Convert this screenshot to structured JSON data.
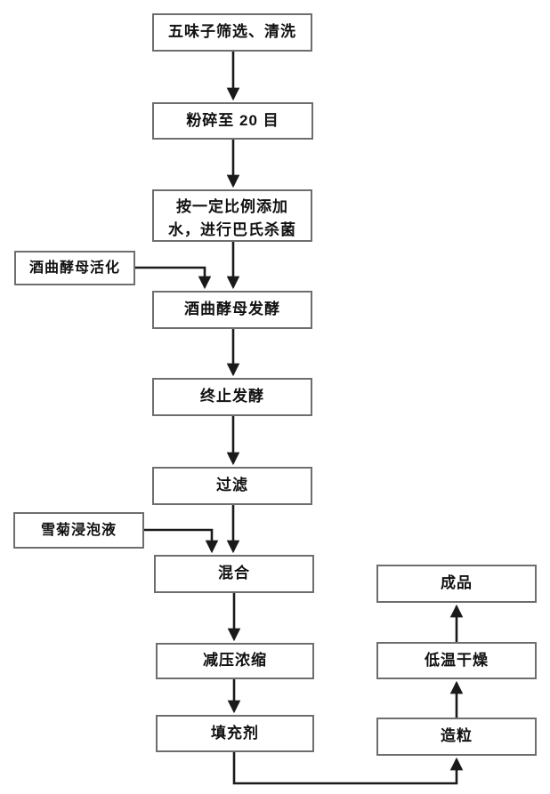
{
  "diagram": {
    "type": "flowchart",
    "nodes": {
      "screening": "五味子筛选、清洗",
      "crush": "粉碎至 20 目",
      "add_water_line1": "按一定比例添加",
      "add_water_line2": "水，进行巴氏杀菌",
      "activation": "酒曲酵母活化",
      "fermentation": "酒曲酵母发酵",
      "stop_fermentation": "终止发酵",
      "filtration": "过滤",
      "infusion": "雪菊浸泡液",
      "mixing": "混合",
      "concentration": "减压浓缩",
      "filler": "填充剂",
      "granulation": "造粒",
      "drying": "低温干燥",
      "product": "成品"
    },
    "edges": [
      "screening -> crush",
      "crush -> add_water",
      "add_water -> fermentation",
      "activation -> fermentation",
      "fermentation -> stop_fermentation",
      "stop_fermentation -> filtration",
      "filtration -> mixing",
      "infusion -> mixing",
      "mixing -> concentration",
      "concentration -> filler",
      "filler -> granulation",
      "granulation -> drying",
      "drying -> product"
    ],
    "colors": {
      "box_border": "#6e6e6e",
      "arrow": "#1a1a1a",
      "background": "#ffffff",
      "text": "#111111"
    }
  }
}
